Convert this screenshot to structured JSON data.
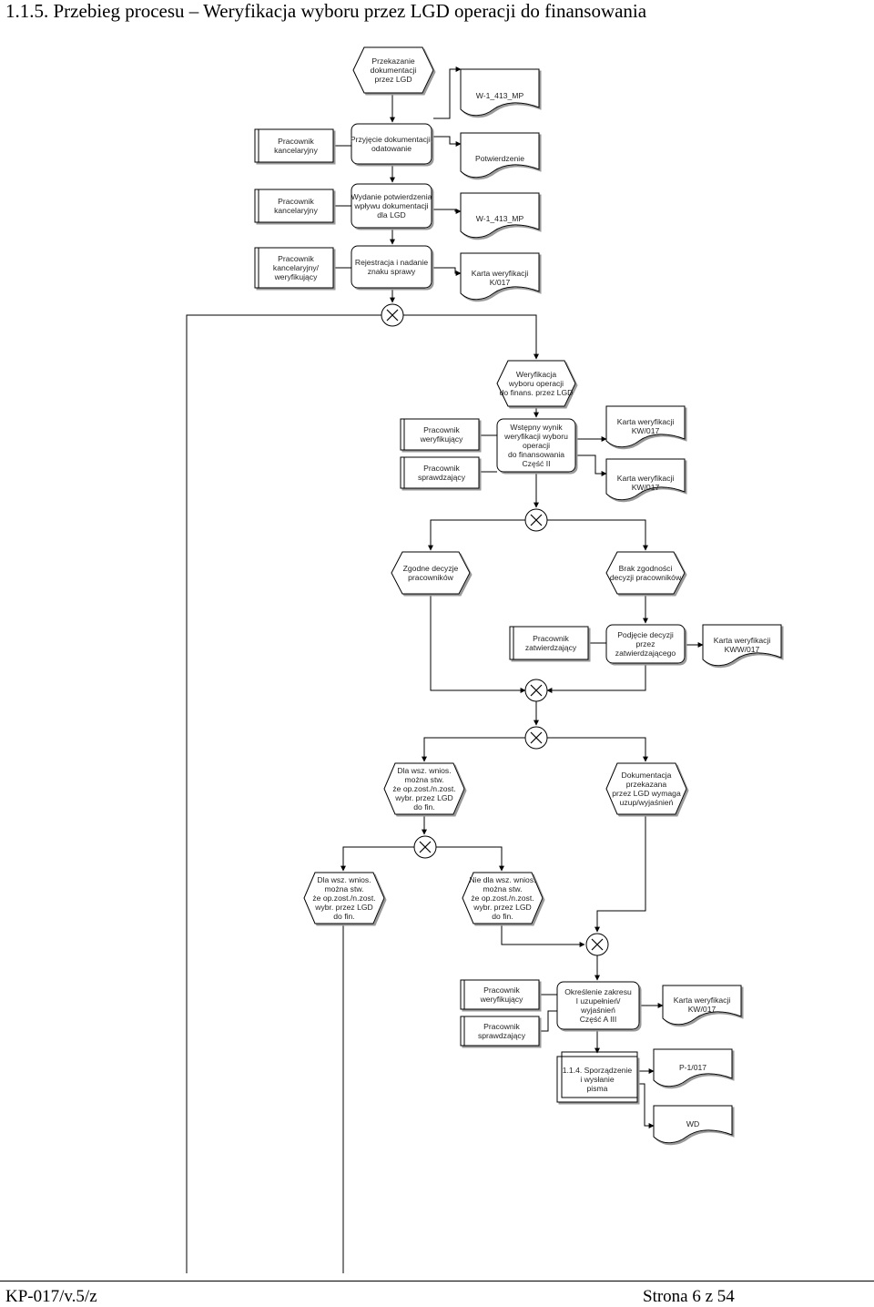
{
  "title": "1.1.5.  Przebieg procesu – Weryfikacja wyboru przez LGD operacji do finansowania",
  "footer": {
    "left": "KP-017/v.5/z",
    "right": "Strona 6 z 54"
  },
  "events": {
    "e1": [
      "Przekazanie",
      "dokumentacji",
      "przez LGD"
    ],
    "e2": [
      "Weryfikacja",
      "wyboru operacji",
      "do finans. przez LGD"
    ],
    "e3": [
      "Zgodne decyzje",
      "pracowników"
    ],
    "e4": [
      "Brak zgodności",
      "decyzji pracowników"
    ],
    "e5": [
      "Dla wsz. wnios.",
      "można stw.",
      "że op.zost./n.zost.",
      "wybr. przez LGD",
      "do fin."
    ],
    "e6": [
      "Dokumentacja",
      "przekazana",
      "przez LGD wymaga",
      "uzup/wyjaśnień"
    ],
    "e7": [
      "Dla wsz. wnios.",
      "można stw.",
      "że op.zost./n.zost.",
      "wybr. przez LGD",
      "do fin."
    ],
    "e8": [
      "Nie dla wsz. wnios.",
      "można stw.",
      "że op.zost./n.zost.",
      "wybr. przez LGD",
      "do fin."
    ]
  },
  "functions": {
    "f1": [
      "Przyjęcie dokumentacji,",
      "odatowanie"
    ],
    "f2": [
      "Wydanie potwierdzenia",
      "wpływu dokumentacji",
      "dla LGD"
    ],
    "f3": [
      "Rejestracja i nadanie",
      "znaku sprawy"
    ],
    "f4": [
      "Wstępny wynik",
      "weryfikacji wyboru",
      "operacji",
      "do finansowania",
      "Część II"
    ],
    "f5": [
      "Podjęcie decyzji",
      "przez",
      "zatwierdzającego"
    ],
    "f6": [
      "Określenie zakresu",
      "I uzupełnień/",
      "wyjaśnień",
      "Część A III"
    ]
  },
  "roles": {
    "r1": [
      "Pracownik",
      "kancelaryjny"
    ],
    "r2": [
      "Pracownik",
      "kancelaryjny"
    ],
    "r3": [
      "Pracownik",
      "kancelaryjny/",
      "weryfikujący"
    ],
    "r4": [
      "Pracownik",
      "weryfikujący"
    ],
    "r5": [
      "Pracownik",
      "sprawdzający"
    ],
    "r6": [
      "Pracownik",
      "zatwierdzający"
    ],
    "r7": [
      "Pracownik",
      "weryfikujący"
    ],
    "r8": [
      "Pracownik",
      "sprawdzający"
    ]
  },
  "documents": {
    "d1": [
      "W-1_413_MP"
    ],
    "d2": [
      "Potwierdzenie"
    ],
    "d3": [
      "W-1_413_MP"
    ],
    "d4": [
      "Karta weryfikacji",
      "K/017"
    ],
    "d5": [
      "Karta weryfikacji",
      "KW/017"
    ],
    "d6": [
      "Karta weryfikacji",
      "KW/017"
    ],
    "d7": [
      "Karta weryfikacji",
      "KWW/017"
    ],
    "d8": [
      "Karta weryfikacji",
      "KW/017"
    ],
    "d9": [
      "P-1/017"
    ],
    "d10": [
      "WD"
    ]
  },
  "interfaces": {
    "i1": [
      "1.1.4. Sporządzenie",
      "i wysłanie",
      "pisma"
    ]
  },
  "connector_symbol": "XOR"
}
